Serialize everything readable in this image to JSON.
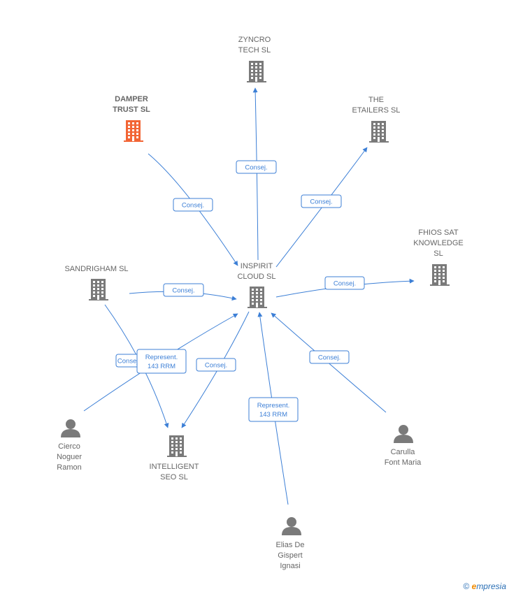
{
  "colors": {
    "edge": "#3c7fd6",
    "node": "#7a7a7a",
    "highlight": "#f26535"
  },
  "nodes": [
    {
      "id": "inspirit",
      "type": "company",
      "lines": [
        "INSPIRIT",
        "CLOUD SL"
      ]
    },
    {
      "id": "zyncro",
      "type": "company",
      "lines": [
        "ZYNCRO",
        "TECH SL"
      ]
    },
    {
      "id": "damper",
      "type": "company",
      "highlight": true,
      "lines": [
        "DAMPER",
        "TRUST SL"
      ]
    },
    {
      "id": "etailers",
      "type": "company",
      "lines": [
        "THE",
        "ETAILERS SL"
      ]
    },
    {
      "id": "fhios",
      "type": "company",
      "lines": [
        "FHIOS SAT",
        "KNOWLEDGE",
        "SL"
      ]
    },
    {
      "id": "sandrigham",
      "type": "company",
      "lines": [
        "SANDRIGHAM SL"
      ]
    },
    {
      "id": "intelligent",
      "type": "company",
      "lines": [
        "INTELLIGENT",
        "SEO SL"
      ]
    },
    {
      "id": "cierco",
      "type": "person",
      "lines": [
        "Cierco",
        "Noguer",
        "Ramon"
      ]
    },
    {
      "id": "carulla",
      "type": "person",
      "lines": [
        "Carulla",
        "Font Maria"
      ]
    },
    {
      "id": "elias",
      "type": "person",
      "lines": [
        "Elias De",
        "Gispert",
        "Ignasi"
      ]
    }
  ],
  "edges": [
    {
      "from": "inspirit",
      "to": "zyncro",
      "label": [
        "Consej."
      ]
    },
    {
      "from": "damper",
      "to": "inspirit",
      "label": [
        "Consej."
      ]
    },
    {
      "from": "inspirit",
      "to": "etailers",
      "label": [
        "Consej."
      ]
    },
    {
      "from": "inspirit",
      "to": "fhios",
      "label": [
        "Consej."
      ]
    },
    {
      "from": "sandrigham",
      "to": "inspirit",
      "label": [
        "Consej."
      ]
    },
    {
      "from": "sandrigham",
      "to": "intelligent",
      "label": [
        "Consej."
      ]
    },
    {
      "from": "cierco",
      "to": "inspirit",
      "label": [
        "Represent.",
        "143 RRM"
      ]
    },
    {
      "from": "inspirit",
      "to": "intelligent",
      "label": [
        "Consej."
      ]
    },
    {
      "from": "carulla",
      "to": "inspirit",
      "label": [
        "Consej."
      ]
    },
    {
      "from": "elias",
      "to": "inspirit",
      "label": [
        "Represent.",
        "143 RRM"
      ]
    }
  ],
  "footer": {
    "copyright": "©",
    "brand_first": "e",
    "brand_rest": "mpresia"
  }
}
